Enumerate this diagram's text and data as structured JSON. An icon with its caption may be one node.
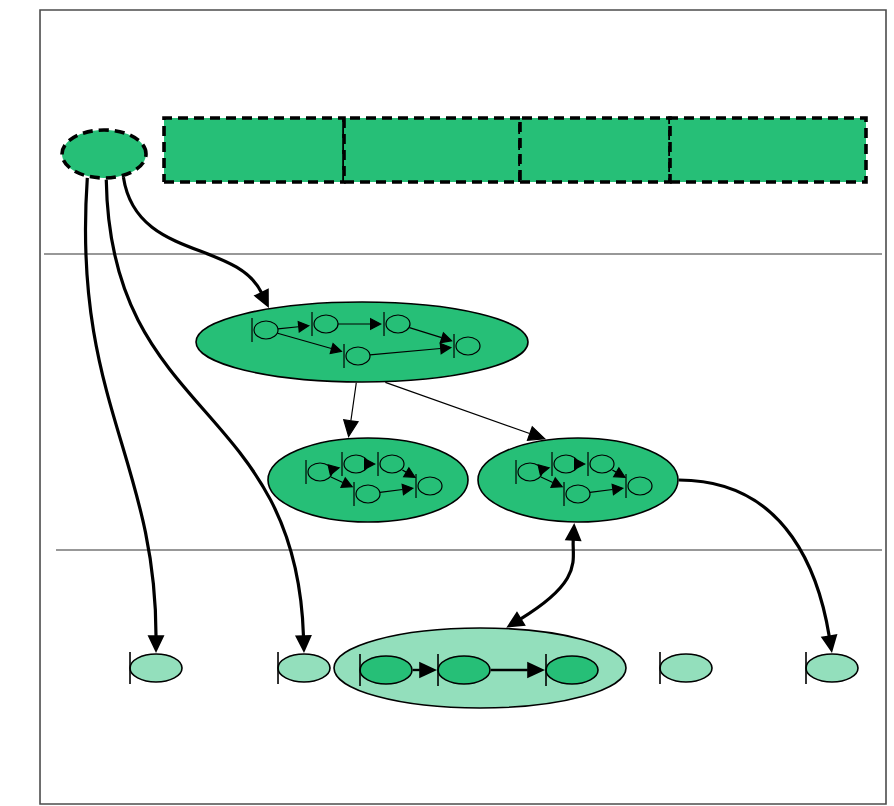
{
  "diagram": {
    "nodes": [
      {
        "text": [],
        "shape": "ellipse"
      },
      {
        "text": [],
        "shape": "box"
      },
      {
        "text": [],
        "shape": "box"
      },
      {
        "text": [],
        "shape": "box"
      },
      {
        "text": [],
        "shape": "box"
      },
      {
        "text": [],
        "shape": "ellipse"
      },
      {
        "text": [],
        "shape": "ellipse"
      },
      {
        "text": [],
        "shape": "ellipse"
      },
      {
        "text": [],
        "shape": "ellipse"
      },
      {
        "text": [],
        "shape": "ellipse"
      },
      {
        "text": [],
        "shape": "ellipse"
      },
      {
        "text": [],
        "shape": "ellipse",
        "in": 10
      },
      {
        "text": [],
        "shape": "ellipse",
        "in": 10
      },
      {
        "text": [],
        "shape": "ellipse",
        "in": 10
      },
      {
        "text": [],
        "shape": "ellipse"
      },
      {
        "text": [],
        "shape": "ellipse"
      }
    ],
    "edges": [
      {
        "from": 0,
        "to": 8,
        "arrow": "to"
      },
      {
        "from": 0,
        "to": 9,
        "arrow": "to"
      },
      {
        "from": 0,
        "to": 5,
        "arrow": "to"
      },
      {
        "from": 5,
        "to": 6,
        "arrow": "to"
      },
      {
        "from": 5,
        "to": 7,
        "arrow": "to"
      },
      {
        "from": 7,
        "to": 10,
        "arrow": "both"
      },
      {
        "from": 7,
        "to": 15,
        "arrow": "to"
      },
      {
        "from": 11,
        "to": 12,
        "arrow": "to"
      },
      {
        "from": 12,
        "to": 13,
        "arrow": "to"
      }
    ]
  }
}
